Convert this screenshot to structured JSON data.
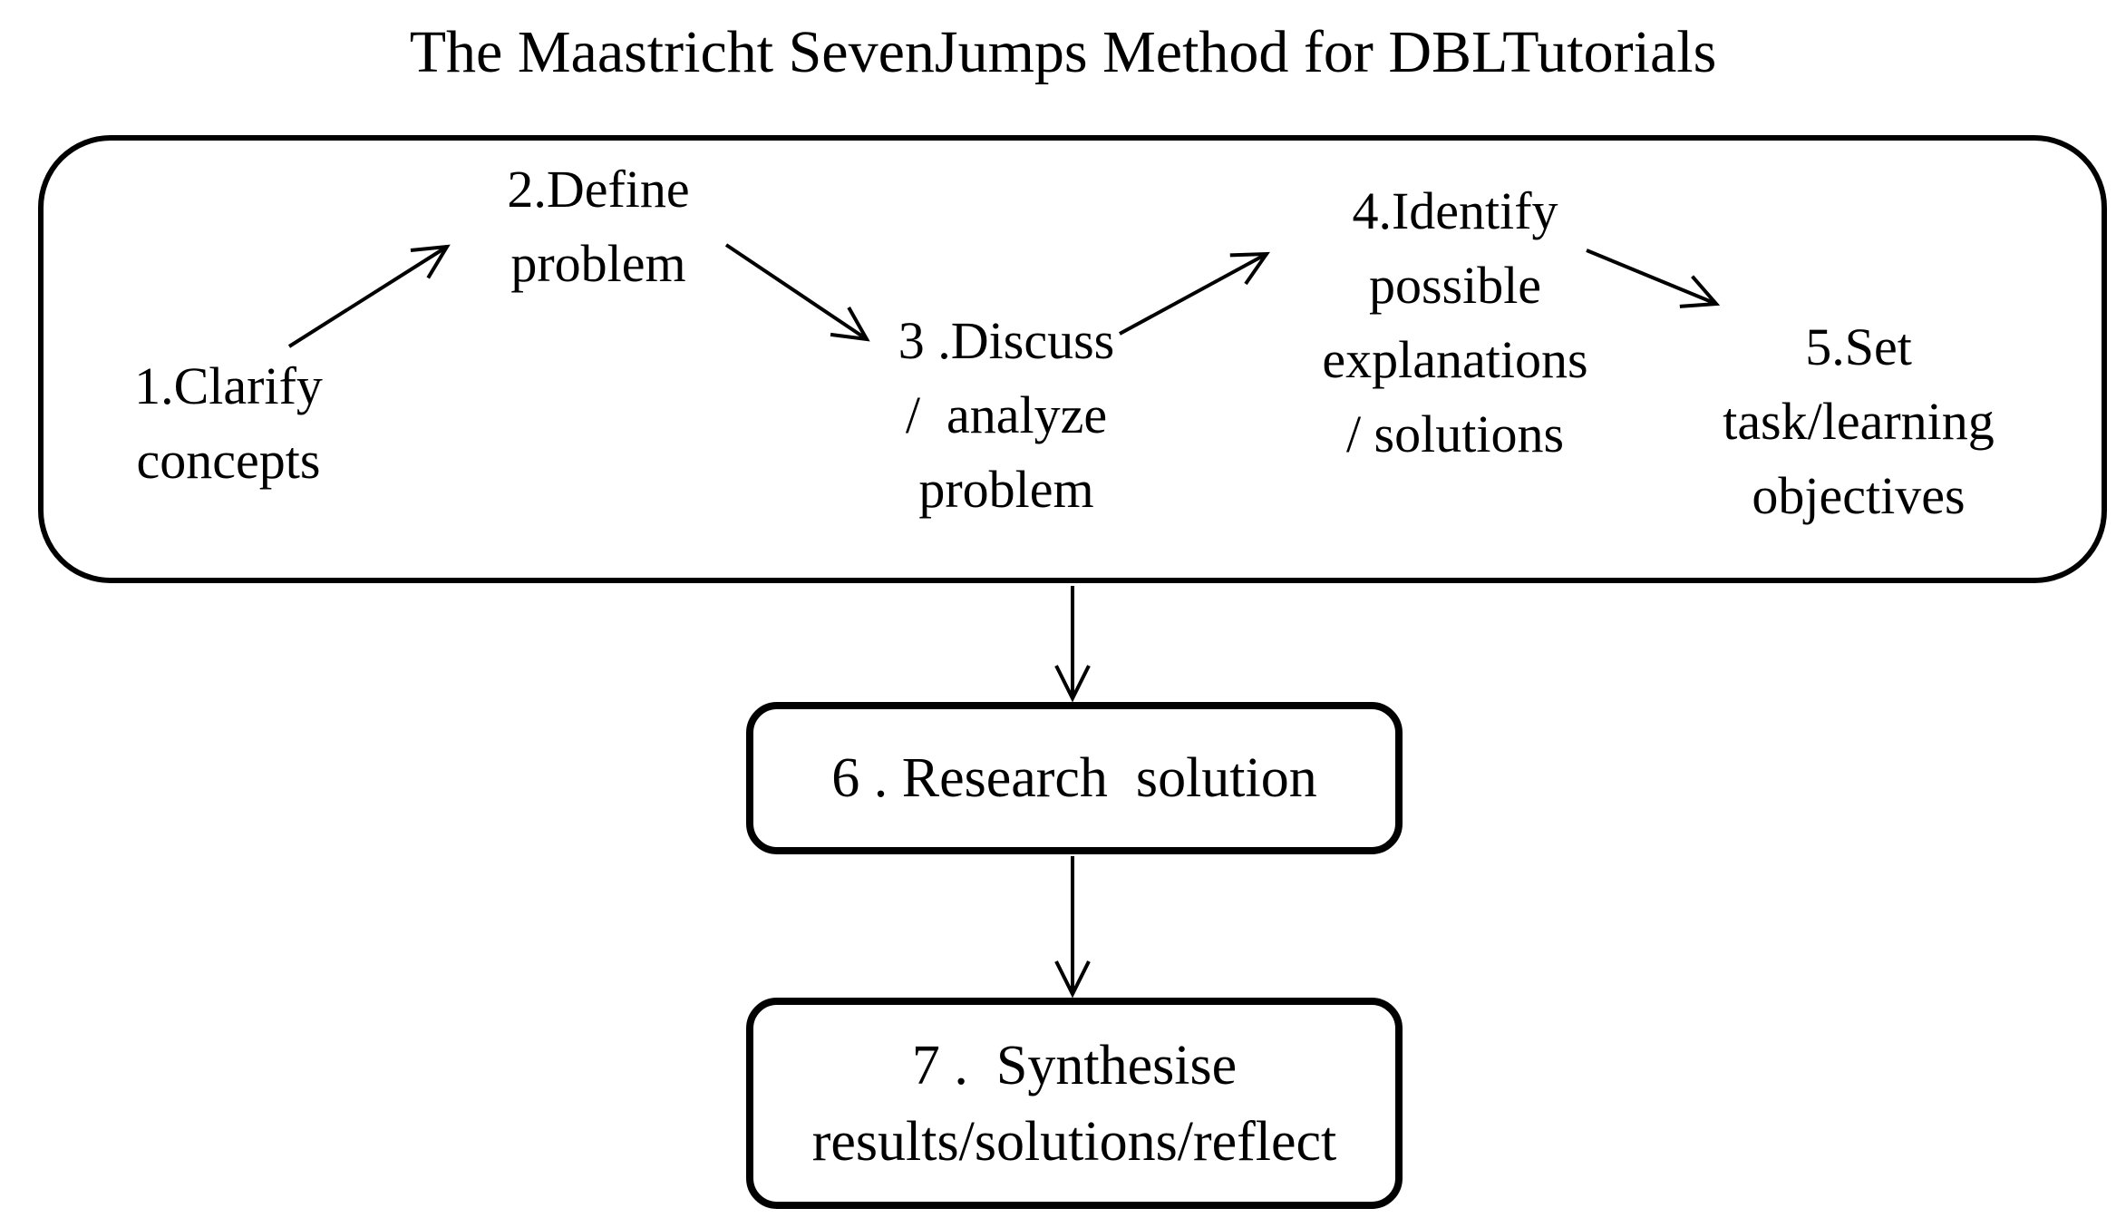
{
  "title": "The Maastricht SevenJumps Method for DBLTutorials",
  "colors": {
    "ink": "#000000",
    "background": "#ffffff"
  },
  "diagram": {
    "type": "flowchart",
    "stage_group": {
      "steps": [
        {
          "id": "step-1",
          "lines": [
            "1.Clarify",
            "concepts"
          ]
        },
        {
          "id": "step-2",
          "lines": [
            "2.Define",
            "problem"
          ]
        },
        {
          "id": "step-3",
          "lines": [
            "3 .Discuss",
            "/  analyze",
            "problem"
          ]
        },
        {
          "id": "step-4",
          "lines": [
            "4.Identify",
            "possible",
            "explanations",
            "/ solutions"
          ]
        },
        {
          "id": "step-5",
          "lines": [
            "5.Set",
            "task/learning",
            "objectives"
          ]
        }
      ]
    },
    "boxes": [
      {
        "id": "step-6",
        "lines": [
          "6 . Research  solution"
        ]
      },
      {
        "id": "step-7",
        "lines": [
          "7 .  Synthesise",
          "results/solutions/reflect"
        ]
      }
    ],
    "edges": [
      {
        "from": "step-1",
        "to": "step-2"
      },
      {
        "from": "step-2",
        "to": "step-3"
      },
      {
        "from": "step-3",
        "to": "step-4"
      },
      {
        "from": "step-4",
        "to": "step-5"
      },
      {
        "from": "stage-group",
        "to": "step-6"
      },
      {
        "from": "step-6",
        "to": "step-7"
      }
    ]
  }
}
